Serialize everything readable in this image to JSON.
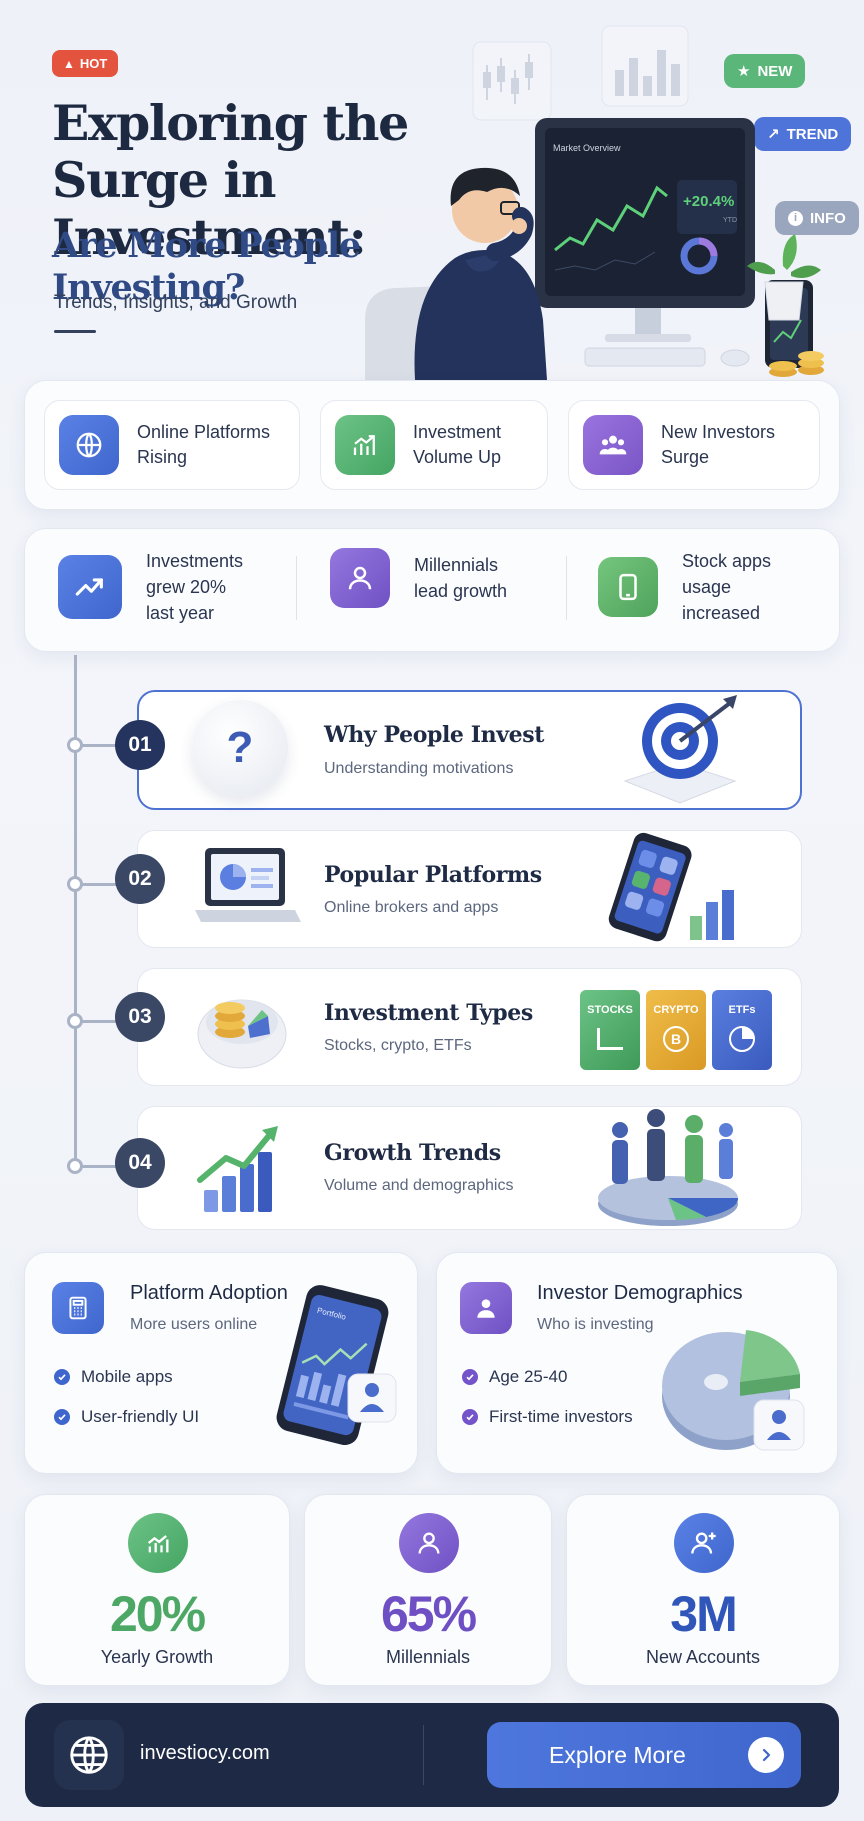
{
  "header": {
    "badge": "HOT",
    "title_line1": "Exploring the",
    "title_line2": "Surge in Investment:",
    "subtitle": "Are More People Investing?",
    "tagline": "Trends, Insights, and Growth",
    "pills": {
      "new": "NEW",
      "trend": "TREND",
      "info": "INFO"
    },
    "monitor": {
      "heading": "Market Overview",
      "stat": "+20.4%",
      "stat_sub": "YTD"
    }
  },
  "features": [
    {
      "line1": "Online Platforms",
      "line2": "Rising",
      "icon": "globe-icon",
      "color": "#4b72d8"
    },
    {
      "line1": "Investment",
      "line2": "Volume Up",
      "icon": "chart-up-icon",
      "color": "#59b575"
    },
    {
      "line1": "New Investors",
      "line2": "Surge",
      "icon": "users-icon",
      "color": "#8a62d0"
    }
  ],
  "stats_strip": [
    {
      "line1": "Investments",
      "line2": "grew 20%",
      "line3": "last year",
      "icon": "trend-up-icon",
      "color": "#4a71d8"
    },
    {
      "line1": "Millennials",
      "line2": "lead growth",
      "icon": "person-icon",
      "color": "#8060cf"
    },
    {
      "line1": "Stock apps",
      "line2": "usage",
      "line3": "increased",
      "icon": "smartphone-icon",
      "color": "#5cb46d"
    }
  ],
  "steps": [
    {
      "num": "01",
      "title": "Why People Invest",
      "desc": "Understanding motivations"
    },
    {
      "num": "02",
      "title": "Popular Platforms",
      "desc": "Online brokers and apps"
    },
    {
      "num": "03",
      "title": "Investment Types",
      "desc": "Stocks, crypto, ETFs",
      "cubes": [
        "STOCKS",
        "CRYPTO",
        "ETFs"
      ]
    },
    {
      "num": "04",
      "title": "Growth Trends",
      "desc": "Volume and demographics"
    }
  ],
  "info_cards": {
    "adoption": {
      "title": "Platform Adoption",
      "sub": "More users online",
      "items": [
        "Mobile apps",
        "User-friendly UI"
      ],
      "phone_heading": "Portfolio"
    },
    "demographics": {
      "title": "Investor Demographics",
      "sub": "Who is investing",
      "items": [
        "Age 25-40",
        "First-time investors"
      ]
    }
  },
  "metrics": [
    {
      "value": "20%",
      "label": "Yearly Growth",
      "color": "#4da866",
      "icon": "chart-up-icon"
    },
    {
      "value": "65%",
      "label": "Millennials",
      "color": "#6f4fc4",
      "icon": "person-icon"
    },
    {
      "value": "3M",
      "label": "New Accounts",
      "color": "#2f56b8",
      "icon": "add-user-icon"
    }
  ],
  "footer": {
    "site": "investiocy.com",
    "cta": "Explore More"
  }
}
